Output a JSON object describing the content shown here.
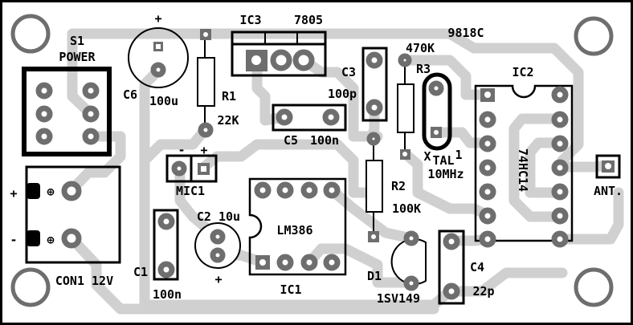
{
  "board": {
    "code": "9818C"
  },
  "components": {
    "s1": {
      "ref": "S1",
      "value": "POWER"
    },
    "c6": {
      "ref": "C6",
      "value": "100u",
      "polarity": "+"
    },
    "r1": {
      "ref": "R1",
      "value": "22K"
    },
    "ic3": {
      "ref": "IC3",
      "value": "7805"
    },
    "c5": {
      "ref": "C5",
      "value": "100n"
    },
    "c3": {
      "ref": "C3",
      "value": "100p"
    },
    "r3": {
      "ref": "R3",
      "value": "470K"
    },
    "xtal": {
      "ref_x": "X",
      "ref_tal": "TAL",
      "ref_num": "1",
      "value": "10MHz"
    },
    "ic2": {
      "ref": "IC2",
      "value": "74HC14"
    },
    "ant": {
      "ref": "ANT."
    },
    "con1": {
      "ref": "CON1 12V",
      "plus": "+",
      "minus": "-",
      "screw": "⊕"
    },
    "mic1": {
      "ref": "MIC1",
      "minus": "-",
      "plus": "+"
    },
    "c1": {
      "ref": "C1",
      "value": "100n"
    },
    "c2": {
      "ref": "C2 10u",
      "polarity": "+"
    },
    "ic1": {
      "ref": "IC1",
      "value": "LM386"
    },
    "r2": {
      "ref": "R2",
      "value": "100K"
    },
    "d1": {
      "ref": "D1",
      "value": "1SV149"
    },
    "c4": {
      "ref": "C4",
      "value": "22p"
    }
  }
}
